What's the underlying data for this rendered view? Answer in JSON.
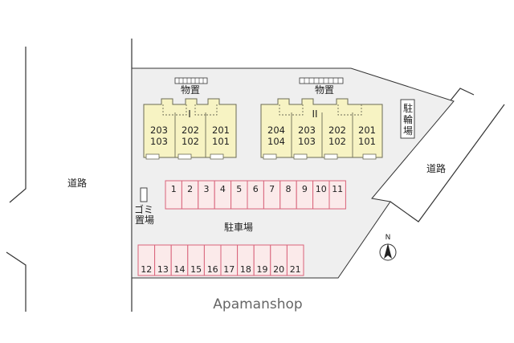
{
  "map": {
    "road_labels": {
      "left": "道路",
      "right": "道路"
    },
    "parking_label": "駐車場",
    "garbage_label": "ゴミ置場",
    "bike_label": "駐輪場",
    "storage_label": "物置",
    "north_label": "N",
    "watermark": "Apamanshop",
    "building_1": {
      "name": "I",
      "units": [
        {
          "upper": "203",
          "lower": "103"
        },
        {
          "upper": "202",
          "lower": "102"
        },
        {
          "upper": "201",
          "lower": "101"
        }
      ]
    },
    "building_2": {
      "name": "II",
      "units": [
        {
          "upper": "204",
          "lower": "104"
        },
        {
          "upper": "203",
          "lower": "103"
        },
        {
          "upper": "202",
          "lower": "102"
        },
        {
          "upper": "201",
          "lower": "101"
        }
      ]
    },
    "parking_row_top": [
      "1",
      "2",
      "3",
      "4",
      "5",
      "6",
      "7",
      "8",
      "9",
      "10",
      "11"
    ],
    "parking_row_bottom": [
      "12",
      "13",
      "14",
      "15",
      "16",
      "17",
      "18",
      "19",
      "20",
      "21"
    ],
    "colors": {
      "lot": "#efefef",
      "building_fill": "#f7f3c3",
      "building_stroke": "#6b6b55",
      "parking_fill": "#fbeaea",
      "parking_stroke": "#d9637a",
      "line": "#333333"
    }
  }
}
